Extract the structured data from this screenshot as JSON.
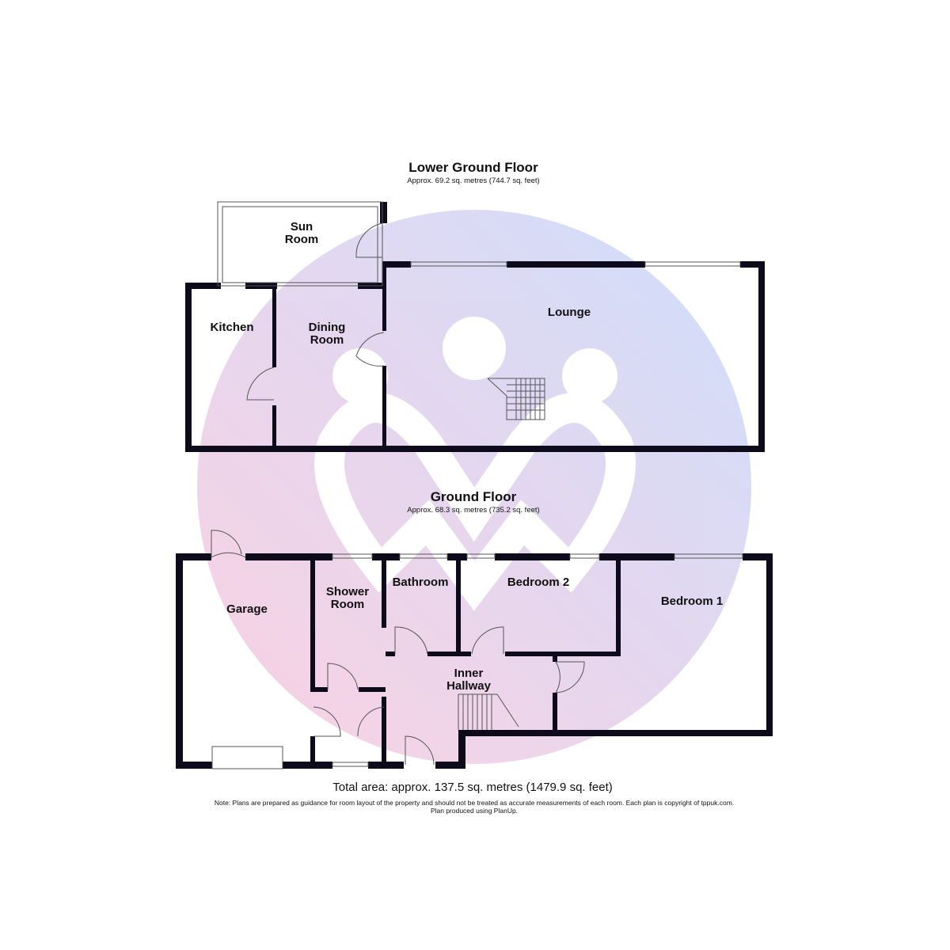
{
  "lower_floor": {
    "title": "Lower Ground Floor",
    "area": "Approx. 69.2 sq. metres (744.7 sq. feet)",
    "rooms": [
      "Sun",
      "Room",
      "Kitchen",
      "Dining",
      "Room",
      "Lounge"
    ]
  },
  "ground_floor": {
    "title": "Ground Floor",
    "area": "Approx. 68.3 sq. metres (735.2 sq. feet)",
    "rooms": [
      "Garage",
      "Shower",
      "Room",
      "Bathroom",
      "Bedroom 2",
      "Bedroom 1",
      "Inner",
      "Hallway"
    ]
  },
  "footer": {
    "total": "Total area: approx. 137.5 sq. metres (1479.9 sq. feet)",
    "note": "Note: Plans are prepared as guidance for room layout of the property and should not be treated as accurate measurements of each room. Each plan is copyright of tppuk.com.",
    "produced": "Plan produced using PlanUp."
  },
  "colors": {
    "wall": "#0d0a1c",
    "watermark_pink": "#f9c8de",
    "watermark_blue": "#c8d6fb"
  }
}
